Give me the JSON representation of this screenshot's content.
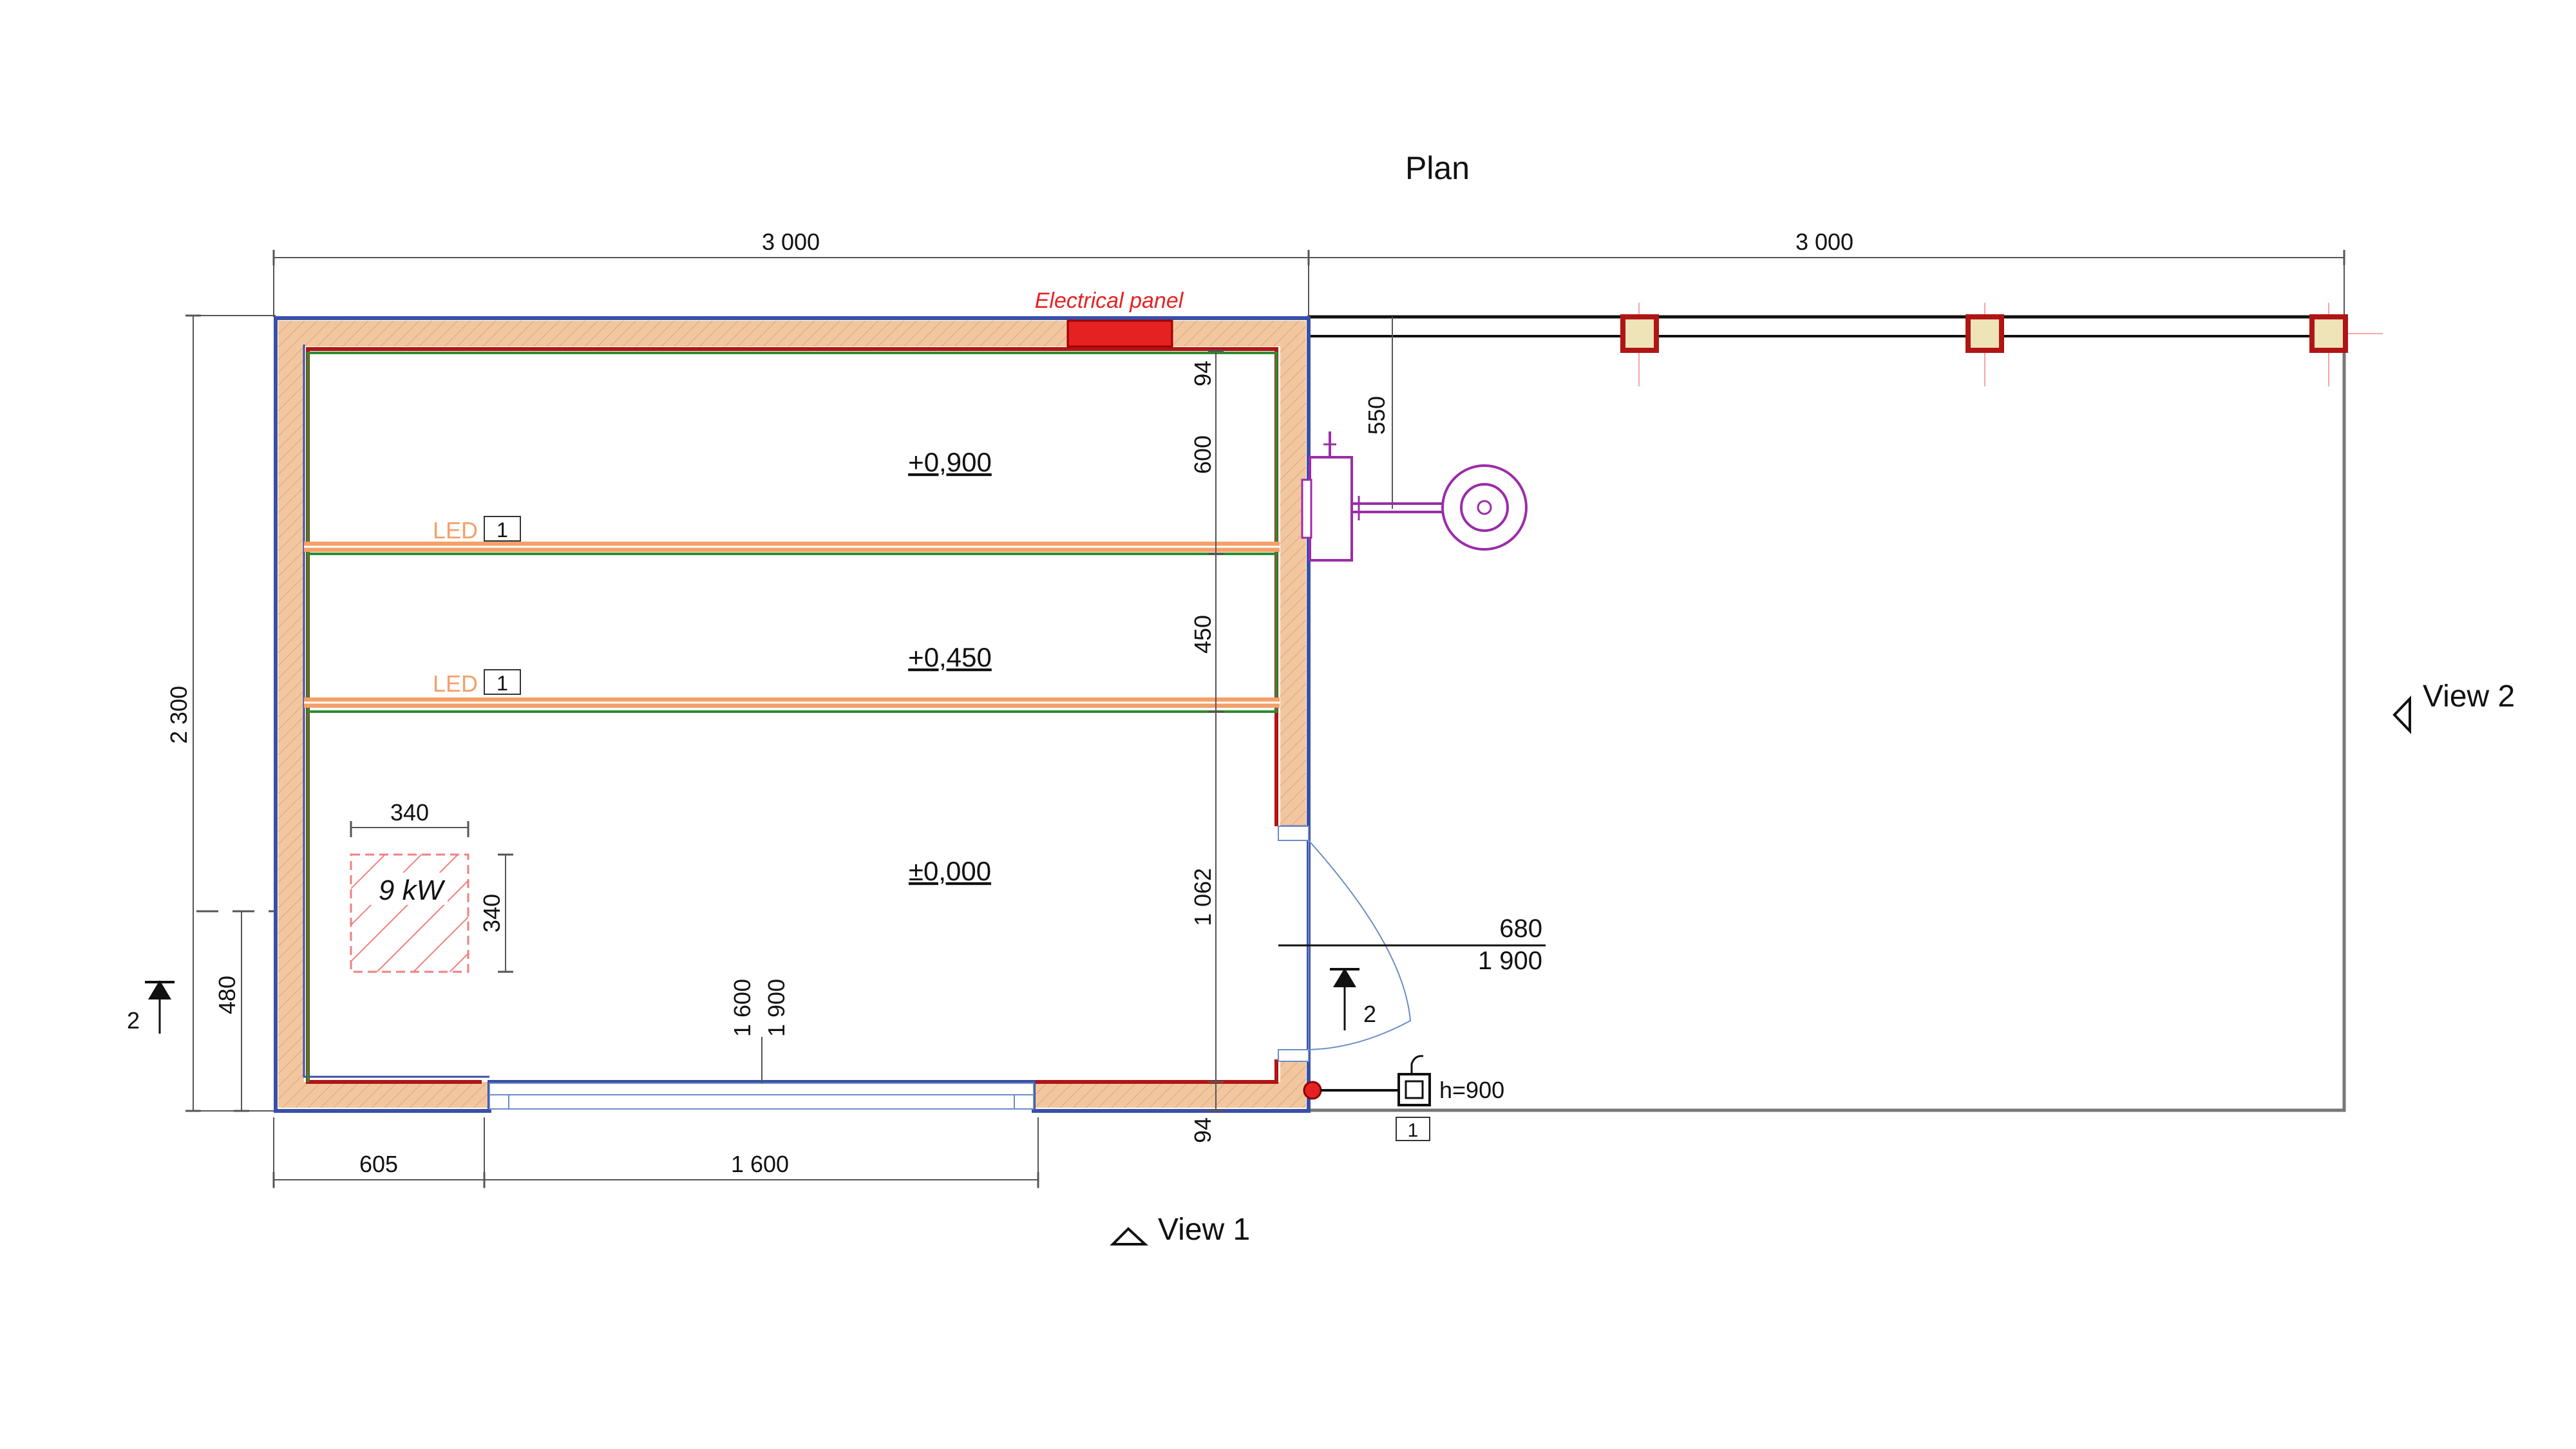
{
  "title": "Plan",
  "dimensions": {
    "top_left": "3 000",
    "top_right": "3 000",
    "left_total": "2 300",
    "left_lower": "480",
    "bottom_left": "605",
    "bottom_right": "1 600",
    "v_94_top": "94",
    "v_600": "600",
    "v_450": "450",
    "v_1062": "1 062",
    "v_94_bottom": "94",
    "post_550": "550",
    "heater_w": "340",
    "heater_h": "340",
    "window_a": "1 600",
    "window_b": "1 900",
    "door_a": "680",
    "door_b": "1 900"
  },
  "levels": {
    "upper": "+0,900",
    "middle": "+0,450",
    "floor": "±0,000"
  },
  "labels": {
    "electrical_panel": "Electrical panel",
    "led_upper": "LED",
    "led_lower": "LED",
    "led_tag": "1",
    "heater": "9 kW",
    "socket_height": "h=900",
    "socket_tag": "1",
    "section": "2",
    "view1": "View 1",
    "view2": "View 2"
  },
  "colors": {
    "wall_outline": "#3a4fa8",
    "wall_core": "#b01515",
    "insulation": "#f2c7a0",
    "bench": "#2e8b2e",
    "led_strip": "#f4a06a",
    "electrical_panel": "#e52222",
    "heater_hatch": "#f08080",
    "stove": "#9b2ca8",
    "door_swing": "#6b8cc7"
  }
}
